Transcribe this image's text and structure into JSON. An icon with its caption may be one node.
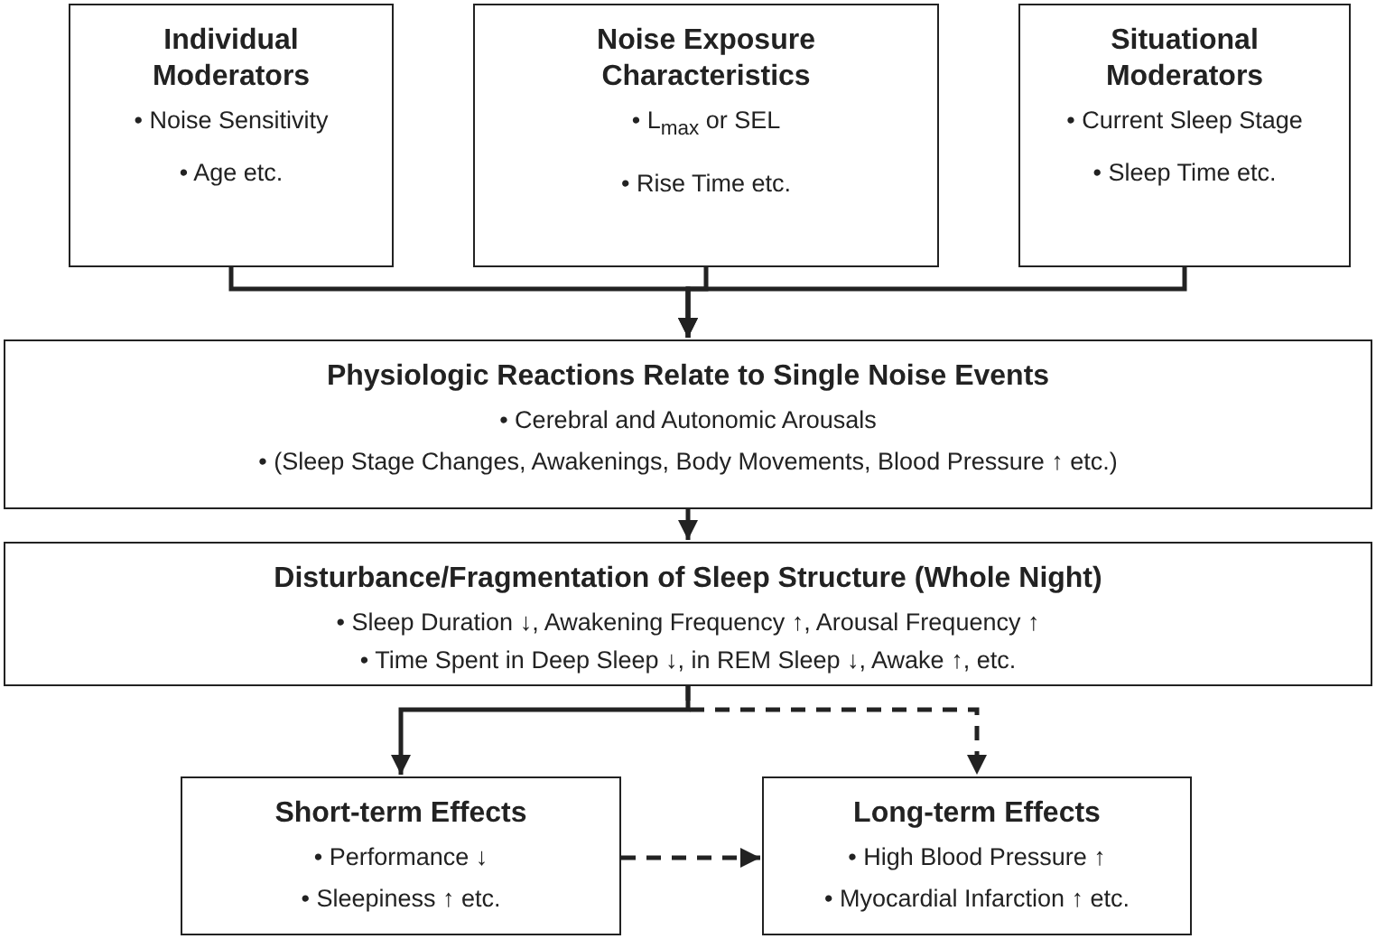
{
  "diagram": {
    "nodes": [
      {
        "text": [
          "Individual Moderators",
          "• Noise Sensitivity",
          "• Age etc."
        ]
      },
      {
        "text": [
          "Noise Exposure Characteristics",
          "• L$_{max}$ or SEL",
          "• Rise Time etc."
        ]
      },
      {
        "text": [
          "Situational Moderators",
          "• Current Sleep Stage",
          "• Sleep Time etc."
        ]
      },
      {
        "text": [
          "Physiologic Reactions Relate to Single Noise Events",
          "• Cerebral and Autonomic Arousals",
          "• (Sleep Stage Changes, Awakenings, Body Movements, Blood Pressure ↑ etc.)"
        ]
      },
      {
        "text": [
          "Disturbance/Fragmentation of Sleep Structure (Whole Night)",
          "• Sleep Duration ↓, Awakening Frequency ↑, Arousal Frequency ↑",
          "• Time Spent in Deep Sleep ↓, in REM Sleep ↓, Awake ↑, etc."
        ]
      },
      {
        "text": [
          "Short-term Effects",
          "• Performance ↓",
          "• Sleepiness ↑ etc."
        ]
      },
      {
        "text": [
          "Long-term Effects",
          "• High Blood Pressure ↑",
          "• Myocardial Infarction ↑ etc."
        ]
      }
    ],
    "edges": [
      {
        "from": 0,
        "to": 3,
        "arrow": "to"
      },
      {
        "from": 1,
        "to": 3,
        "arrow": "to"
      },
      {
        "from": 2,
        "to": 3,
        "arrow": "to"
      },
      {
        "from": 3,
        "to": 4,
        "arrow": "to"
      },
      {
        "from": 4,
        "to": 5,
        "arrow": "to"
      },
      {
        "from": 4,
        "to": 6,
        "arrow": "to",
        "style": "dashed"
      },
      {
        "from": 5,
        "to": 6,
        "arrow": "to",
        "style": "dashed"
      }
    ]
  }
}
